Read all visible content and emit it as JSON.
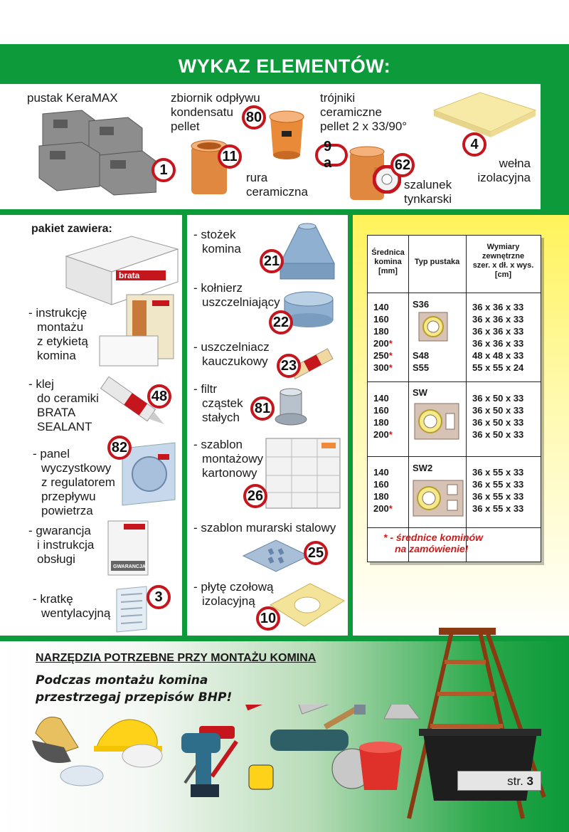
{
  "title": "WYKAZ ELEMENTÓW:",
  "top_items": {
    "pustak": "pustak KeraMAX",
    "zbiornik": [
      "zbiornik odpływu",
      "kondensatu",
      "pellet"
    ],
    "trojniki": [
      "trójniki",
      "ceramiczne",
      "pellet 2 x 33/90°"
    ],
    "rura": [
      "rura",
      "ceramiczna"
    ],
    "szalunek": [
      "szalunek",
      "tynkarski"
    ],
    "welna": [
      "wełna",
      "izolacyjna"
    ],
    "badges": {
      "b1": "1",
      "b11": "11",
      "b80": "80",
      "b9a": "9 a",
      "b62": "62",
      "b4": "4"
    }
  },
  "left_column": {
    "header": "pakiet zawiera:",
    "items": [
      {
        "lines": [
          "- instrukcję",
          "montażu",
          "z etykietą",
          "komina"
        ]
      },
      {
        "lines": [
          "- klej",
          "do ceramiki",
          "BRATA",
          "SEALANT"
        ],
        "badge": "48"
      },
      {
        "lines": [
          "- panel",
          "wyczystkowy",
          "z regulatorem",
          "przepływu",
          "powietrza"
        ],
        "badge": "82"
      },
      {
        "lines": [
          "- gwarancja",
          "i instrukcja",
          "obsługi"
        ]
      },
      {
        "lines": [
          "- kratkę",
          "wentylacyjną"
        ],
        "badge": "3"
      }
    ],
    "box_logo": "brata",
    "guarantee_card_label": "GWARANCJA"
  },
  "middle_column": {
    "items": [
      {
        "lines": [
          "- stożek",
          "komina"
        ],
        "badge": "21"
      },
      {
        "lines": [
          "- kołnierz",
          "uszczelniający"
        ],
        "badge": "22"
      },
      {
        "lines": [
          "- uszczelniacz",
          "kauczukowy"
        ],
        "badge": "23"
      },
      {
        "lines": [
          "- filtr",
          "cząstek",
          "stałych"
        ],
        "badge": "81"
      },
      {
        "lines": [
          "- szablon",
          "montażowy",
          "kartonowy"
        ],
        "badge": "26"
      },
      {
        "lines": [
          "- szablon murarski stalowy"
        ],
        "badge": "25"
      },
      {
        "lines": [
          "- płytę czołową",
          "izolacyjną"
        ],
        "badge": "10"
      }
    ]
  },
  "table": {
    "headers": {
      "diameter": [
        "Średnica",
        "komina",
        "[mm]"
      ],
      "type": "Typ pustaka",
      "dims": [
        "Wymiary",
        "zewnętrzne",
        "szer. x dł. x wys.",
        "[cm]"
      ]
    },
    "groups": [
      {
        "diameters": [
          {
            "v": "140",
            "star": ""
          },
          {
            "v": "160",
            "star": ""
          },
          {
            "v": "180",
            "star": ""
          },
          {
            "v": "200",
            "star": "*"
          },
          {
            "v": "250",
            "star": "*"
          },
          {
            "v": "300",
            "star": "*"
          }
        ],
        "types": [
          "S36",
          "S48",
          "S55"
        ],
        "dims": [
          "36 x 36 x 33",
          "36 x 36 x 33",
          "36 x 36 x 33",
          "36 x 36 x 33",
          "48 x 48 x 33",
          "55 x 55 x 24"
        ]
      },
      {
        "diameters": [
          {
            "v": "140",
            "star": ""
          },
          {
            "v": "160",
            "star": ""
          },
          {
            "v": "180",
            "star": ""
          },
          {
            "v": "200",
            "star": "*"
          }
        ],
        "types": [
          "SW"
        ],
        "dims": [
          "36 x 50 x 33",
          "36 x 50 x 33",
          "36 x 50 x 33",
          "36 x 50 x 33"
        ]
      },
      {
        "diameters": [
          {
            "v": "140",
            "star": ""
          },
          {
            "v": "160",
            "star": ""
          },
          {
            "v": "180",
            "star": ""
          },
          {
            "v": "200",
            "star": "*"
          }
        ],
        "types": [
          "SW2"
        ],
        "dims": [
          "36 x 55 x 33",
          "36 x 55 x 33",
          "36 x 55 x 33",
          "36 x 55 x 33"
        ]
      }
    ],
    "footnote": [
      "* - średnice kominów",
      "na zamówienie!"
    ]
  },
  "tools": {
    "title": "NARZĘDZIA POTRZEBNE PRZY MONTAŻU KOMINA",
    "note": [
      "Podczas montażu komina",
      "przestrzegaj przepisów BHP!"
    ]
  },
  "page": {
    "label": "str.",
    "number": "3"
  },
  "colors": {
    "green": "#0c9a3a",
    "red": "#c4161c",
    "yellow": "#fff35a"
  }
}
